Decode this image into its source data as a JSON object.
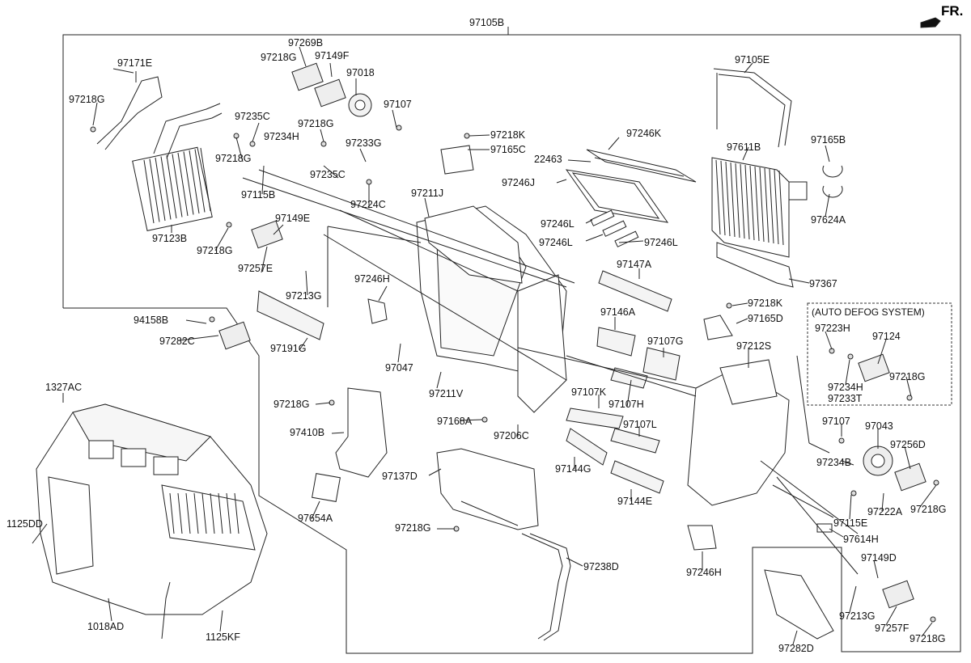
{
  "diagram": {
    "fr_label": "FR.",
    "main_assembly_label": "97105B",
    "auto_defog_box_title": "(AUTO DEFOG SYSTEM)",
    "part_labels": [
      "97171E",
      "97218G",
      "97269B",
      "97218G",
      "97149F",
      "97018",
      "97107",
      "97235C",
      "97218G",
      "97234H",
      "97233G",
      "97218G",
      "97235C",
      "97115B",
      "97224C",
      "97123B",
      "97218G",
      "97149E",
      "97257E",
      "97213G",
      "97211J",
      "97218K",
      "97165C",
      "22463",
      "97246K",
      "97246J",
      "97246L",
      "97246L",
      "97246L",
      "97105E",
      "97611B",
      "97165B",
      "97624A",
      "97367",
      "97147A",
      "97246H",
      "97211V",
      "97047",
      "97146A",
      "97107G",
      "97218K",
      "97165D",
      "97212S",
      "94158B",
      "97282C",
      "97191G",
      "97107K",
      "97107H",
      "97218G",
      "97410B",
      "97168A",
      "97206C",
      "97107L",
      "97144G",
      "97137D",
      "97144E",
      "97218G",
      "97238D",
      "97654A",
      "1327AC",
      "1125DD",
      "1018AD",
      "1125KF",
      "97246H",
      "97223H",
      "97124",
      "97234H",
      "97233T",
      "97218G",
      "97107",
      "97043",
      "97256D",
      "97234B",
      "97222A",
      "97115E",
      "97218G",
      "97614H",
      "97149D",
      "97213G",
      "97257F",
      "97282D",
      "97218G"
    ]
  }
}
